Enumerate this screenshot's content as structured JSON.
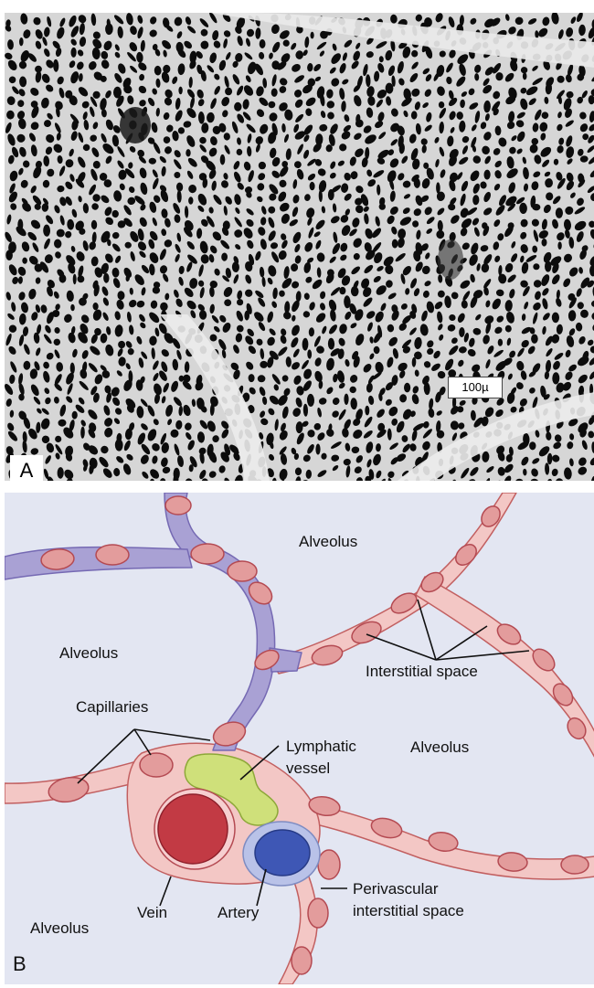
{
  "panel_a": {
    "letter": "A",
    "scale_bar_label": "100µ"
  },
  "panel_b": {
    "letter": "B",
    "labels": {
      "alveolus_top": "Alveolus",
      "alveolus_left": "Alveolus",
      "alveolus_right": "Alveolus",
      "alveolus_bottom": "Alveolus",
      "interstitial_space": "Interstitial space",
      "capillaries": "Capillaries",
      "lymphatic_vessel_line1": "Lymphatic",
      "lymphatic_vessel_line2": "vessel",
      "vein": "Vein",
      "artery": "Artery",
      "perivascular_line1": "Perivascular",
      "perivascular_line2": "interstitial space"
    }
  },
  "colors": {
    "background_b": "#e3e6f2",
    "septum_pink": "#f3c7c5",
    "septum_outline": "#c25f60",
    "capillary_fill": "#e39c9c",
    "lavender_septum": "#a9a1d4",
    "lymphatic_green": "#cfe07a",
    "vein_red": "#c23a44",
    "artery_blue": "#3e57b5",
    "artery_halo": "#b9c2e8"
  }
}
